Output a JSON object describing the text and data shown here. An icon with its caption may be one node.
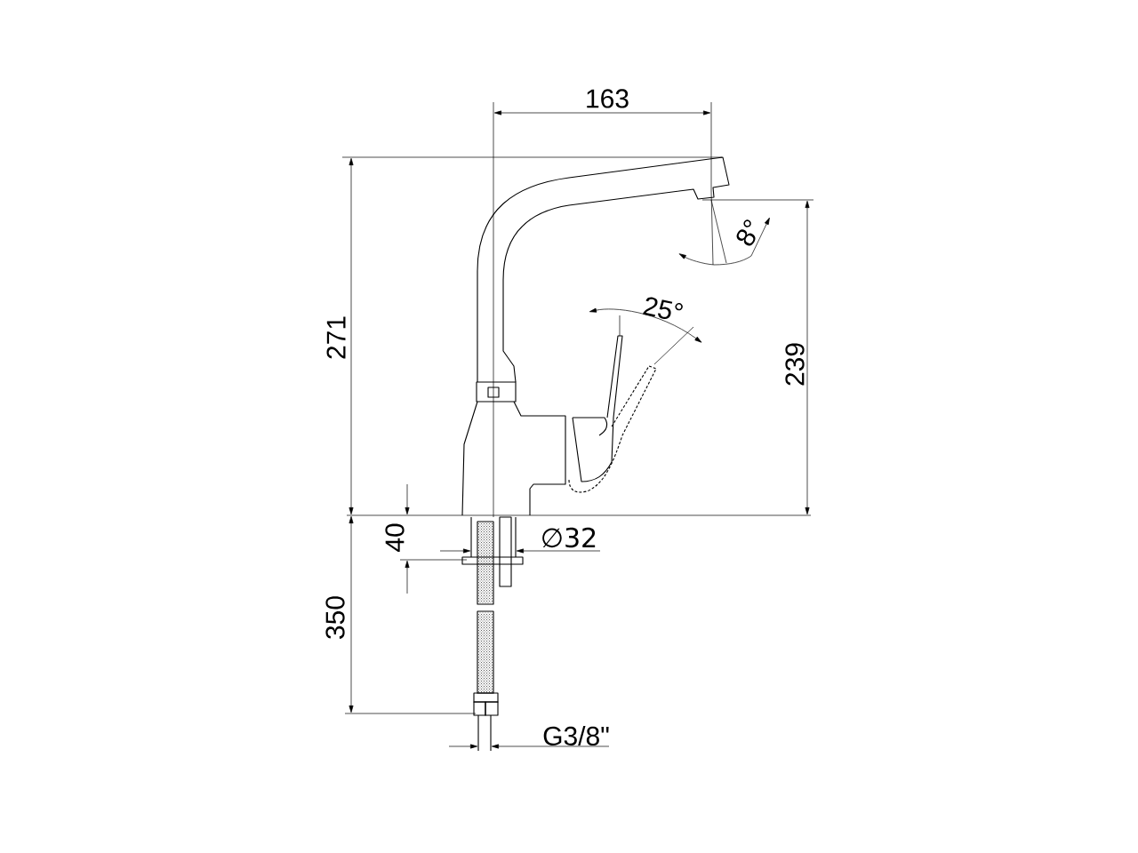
{
  "diagram": {
    "labels": [
      "163",
      "271",
      "8°",
      "25°",
      "239",
      "40",
      "∅32",
      "350",
      "G3/8\""
    ]
  }
}
